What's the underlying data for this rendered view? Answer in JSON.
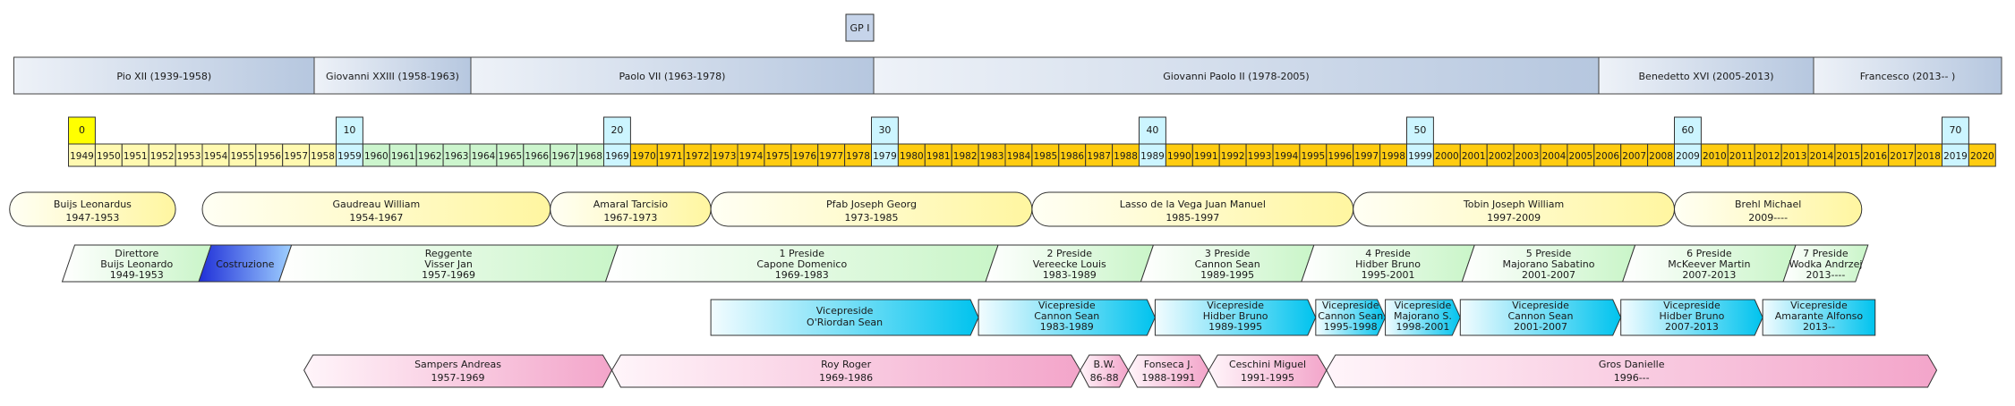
{
  "top_label": "GP I",
  "popes": [
    {
      "label": "Pio XII (1939-1958)",
      "from": 1939,
      "to": 1958
    },
    {
      "label": "Giovanni XXIII (1958-1963)",
      "from": 1958,
      "to": 1963
    },
    {
      "label": "Paolo VII (1963-1978)",
      "from": 1963,
      "to": 1978
    },
    {
      "label": "Giovanni Paolo II (1978-2005)",
      "from": 1978,
      "to": 2005
    },
    {
      "label": "Benedetto XVI (2005-2013)",
      "from": 2005,
      "to": 2013
    },
    {
      "label": "Francesco (2013-- )",
      "from": 2013,
      "to": 2022
    }
  ],
  "decades": [
    "0",
    "10",
    "20",
    "30",
    "40",
    "50",
    "60",
    "70"
  ],
  "year_start": 1949,
  "year_end": 2020,
  "years": [
    "1949",
    "1950",
    "1951",
    "1952",
    "1953",
    "1954",
    "1955",
    "1956",
    "1957",
    "1958",
    "1959",
    "1960",
    "1961",
    "1962",
    "1963",
    "1964",
    "1965",
    "1966",
    "1967",
    "1968",
    "1969",
    "1970",
    "1971",
    "1972",
    "1973",
    "1974",
    "1975",
    "1976",
    "1977",
    "1978",
    "1979",
    "1980",
    "1981",
    "1982",
    "1983",
    "1984",
    "1985",
    "1986",
    "1987",
    "1988",
    "1989",
    "1990",
    "1991",
    "1992",
    "1993",
    "1994",
    "1995",
    "1996",
    "1997",
    "1998",
    "1999",
    "2000",
    "2001",
    "2002",
    "2003",
    "2004",
    "2005",
    "2006",
    "2007",
    "2008",
    "2009",
    "2010",
    "2011",
    "2012",
    "2013",
    "2014",
    "2015",
    "2016",
    "2017",
    "2018",
    "2019",
    "2020"
  ],
  "generals": [
    {
      "name": "Buijs Leonardus",
      "years": "1947-1953",
      "from": 1946.8,
      "to": 1953
    },
    {
      "name": "Gaudreau William",
      "years": "1954-1967",
      "from": 1954,
      "to": 1967
    },
    {
      "name": "Amaral Tarcisio",
      "years": "1967-1973",
      "from": 1967,
      "to": 1973
    },
    {
      "name": "Pfab Joseph Georg",
      "years": "1973-1985",
      "from": 1973,
      "to": 1985
    },
    {
      "name": "Lasso de la Vega Juan Manuel",
      "years": "1985-1997",
      "from": 1985,
      "to": 1997
    },
    {
      "name": "Tobin Joseph William",
      "years": "1997-2009",
      "from": 1997,
      "to": 2009
    },
    {
      "name": "Brehl Michael",
      "years": "2009----",
      "from": 2009,
      "to": 2016
    }
  ],
  "directors": [
    {
      "role": "Direttore",
      "name": "Buijs Leonardo",
      "years": "1949-1953",
      "from": 1949,
      "to": 1954.1,
      "kind": "green"
    },
    {
      "role": "Costruzione",
      "name": "",
      "years": "",
      "from": 1954.1,
      "to": 1957.1,
      "kind": "blue"
    },
    {
      "role": "Reggente",
      "name": "Visser Jan",
      "years": "1957-1969",
      "from": 1957.1,
      "to": 1969.3,
      "kind": "green"
    },
    {
      "role": "1 Preside",
      "name": "Capone Domenico",
      "years": "1969-1983",
      "from": 1969.3,
      "to": 1983.5,
      "kind": "green"
    },
    {
      "role": "2 Preside",
      "name": "Vereecke Louis",
      "years": "1983-1989",
      "from": 1983.5,
      "to": 1989.3,
      "kind": "green"
    },
    {
      "role": "3 Preside",
      "name": "Cannon Sean",
      "years": "1989-1995",
      "from": 1989.3,
      "to": 1995.3,
      "kind": "green"
    },
    {
      "role": "4 Preside",
      "name": "Hidber Bruno",
      "years": "1995-2001",
      "from": 1995.3,
      "to": 2001.3,
      "kind": "green"
    },
    {
      "role": "5 Preside",
      "name": "Majorano Sabatino",
      "years": "2001-2007",
      "from": 2001.3,
      "to": 2007.3,
      "kind": "green"
    },
    {
      "role": "6 Preside",
      "name": "McKeever Martin",
      "years": "2007-2013",
      "from": 2007.3,
      "to": 2013.3,
      "kind": "green"
    },
    {
      "role": "7 Preside",
      "name": "Wodka Andrzej",
      "years": "2013----",
      "from": 2013.3,
      "to": 2016
    },
    {
      "role": "",
      "name": "",
      "years": "",
      "from": 0,
      "to": 0
    }
  ],
  "vicepresidi": [
    {
      "role": "Vicepreside",
      "name": "O'Riordan Sean",
      "years": "",
      "from": 1973,
      "to": 1983
    },
    {
      "role": "Vicepreside",
      "name": "Cannon Sean",
      "years": "1983-1989",
      "from": 1983,
      "to": 1989.6
    },
    {
      "role": "Vicepreside",
      "name": "Hidber Bruno",
      "years": "1989-1995",
      "from": 1989.6,
      "to": 1995.6
    },
    {
      "role": "Vicepreside",
      "name": "Cannon Sean",
      "years": "1995-1998",
      "from": 1995.6,
      "to": 1998.2
    },
    {
      "role": "Vicepreside",
      "name": "Majorano S.",
      "years": "1998-2001",
      "from": 1998.2,
      "to": 2001
    },
    {
      "role": "Vicepreside",
      "name": "Cannon Sean",
      "years": "2001-2007",
      "from": 2001,
      "to": 2007
    },
    {
      "role": "Vicepreside",
      "name": "Hidber Bruno",
      "years": "2007-2013",
      "from": 2007,
      "to": 2012.3
    },
    {
      "role": "Vicepreside",
      "name": "Amarante Alfonso",
      "years": "2013--",
      "from": 2012.3,
      "to": 2016.5
    }
  ],
  "secretaries": [
    {
      "name": "Sampers Andreas",
      "years": "1957-1969",
      "from": 1957.8,
      "to": 1969.3
    },
    {
      "name": "Roy Roger",
      "years": "1969-1986",
      "from": 1969.3,
      "to": 1986.8
    },
    {
      "name": "B.W.",
      "years": "86-88",
      "from": 1986.8,
      "to": 1988.6
    },
    {
      "name": "Fonseca J.",
      "years": "1988-1991",
      "from": 1988.6,
      "to": 1991.6
    },
    {
      "name": "Ceschini Miguel",
      "years": "1991-1995",
      "from": 1991.6,
      "to": 1996
    },
    {
      "name": "Gros Danielle",
      "years": "1996---",
      "from": 1996,
      "to": 2018.8
    }
  ]
}
